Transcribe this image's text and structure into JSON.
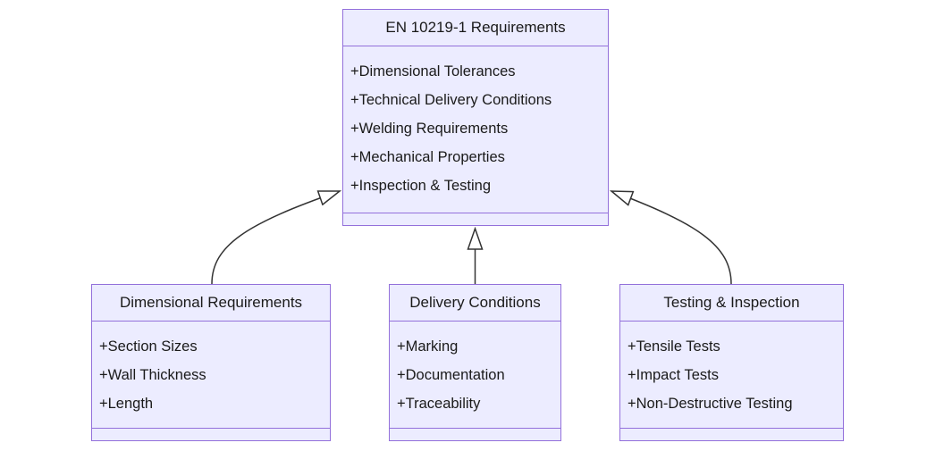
{
  "diagram": {
    "type": "uml-class-diagram",
    "colors": {
      "background": "#ffffff",
      "node_fill": "#ECECFF",
      "node_border": "#9370DB",
      "text_color": "#1a1a1a",
      "edge_color": "#333333"
    },
    "classes": [
      {
        "title": "EN 10219-1 Requirements",
        "attributes": [
          "+Dimensional Tolerances",
          "+Technical Delivery Conditions",
          "+Welding Requirements",
          "+Mechanical Properties",
          "+Inspection & Testing"
        ]
      },
      {
        "title": "Dimensional Requirements",
        "attributes": [
          "+Section Sizes",
          "+Wall Thickness",
          "+Length"
        ]
      },
      {
        "title": "Delivery Conditions",
        "attributes": [
          "+Marking",
          "+Documentation",
          "+Traceability"
        ]
      },
      {
        "title": "Testing & Inspection",
        "attributes": [
          "+Tensile Tests",
          "+Impact Tests",
          "+Non-Destructive Testing"
        ]
      }
    ],
    "relationships": [
      {
        "from": "Dimensional Requirements",
        "to": "EN 10219-1 Requirements",
        "type": "inheritance"
      },
      {
        "from": "Delivery Conditions",
        "to": "EN 10219-1 Requirements",
        "type": "inheritance"
      },
      {
        "from": "Testing & Inspection",
        "to": "EN 10219-1 Requirements",
        "type": "inheritance"
      }
    ]
  }
}
